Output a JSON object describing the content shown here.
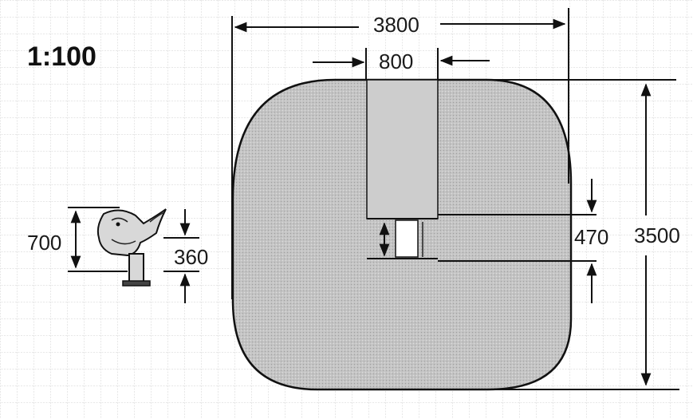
{
  "drawing": {
    "scale_label": "1:100",
    "dimensions": {
      "overall_width": "3800",
      "entry_width": "800",
      "overall_depth": "3500",
      "gap_depth": "470",
      "toy_height": "700",
      "seat_height": "360"
    },
    "icons": {
      "toy": "dolphin-spring-rider-icon"
    },
    "colors": {
      "ink": "#111111",
      "surface_fill": "#c4c4c4",
      "grid": "#d8d8d8"
    }
  }
}
